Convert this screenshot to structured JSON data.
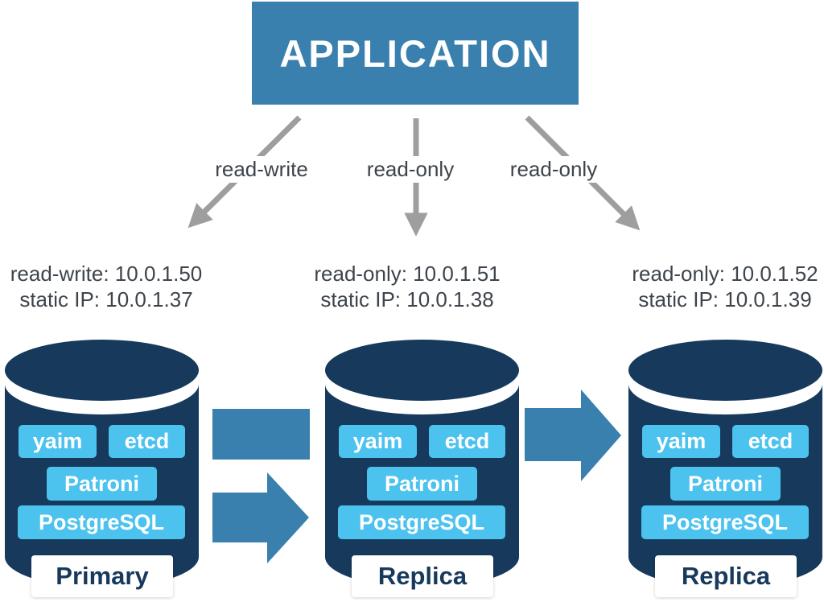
{
  "application": {
    "label": "APPLICATION"
  },
  "connections": [
    {
      "label": "read-write"
    },
    {
      "label": "read-only"
    },
    {
      "label": "read-only"
    }
  ],
  "nodes": [
    {
      "role": "Primary",
      "address_line1": "read-write: 10.0.1.50",
      "address_line2": "static IP: 10.0.1.37",
      "components": [
        "yaim",
        "etcd",
        "Patroni",
        "PostgreSQL"
      ]
    },
    {
      "role": "Replica",
      "address_line1": "read-only: 10.0.1.51",
      "address_line2": "static IP: 10.0.1.38",
      "components": [
        "yaim",
        "etcd",
        "Patroni",
        "PostgreSQL"
      ]
    },
    {
      "role": "Replica",
      "address_line1": "read-only: 10.0.1.52",
      "address_line2": "static IP: 10.0.1.39",
      "components": [
        "yaim",
        "etcd",
        "Patroni",
        "PostgreSQL"
      ]
    }
  ],
  "colors": {
    "navy": "#17395C",
    "medium_blue": "#3A80AF",
    "light_blue": "#4CC2EE",
    "arrow_gray": "#9E9E9E",
    "text_dark": "#3E444C"
  }
}
